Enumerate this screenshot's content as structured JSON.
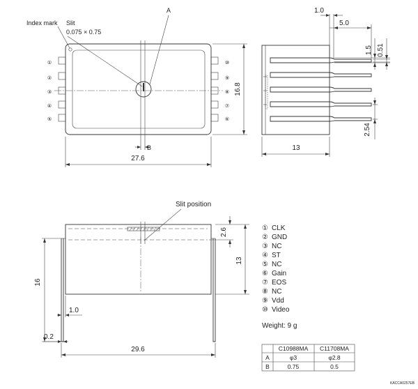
{
  "labels": {
    "index_mark": "Index mark",
    "slit": "Slit",
    "slit_size": "0.075 × 0.75",
    "a": "A",
    "b": "B",
    "slit_position": "Slit position"
  },
  "dimensions": {
    "top_width": "27.6",
    "top_height": "16.8",
    "side_width": "13",
    "pin_offset": "1.0",
    "pin_length": "5.0",
    "pin_width_a": "1.5",
    "pin_width_b": "0.51",
    "pin_pitch": "2.54",
    "front_height_total": "16",
    "front_height_body": "13",
    "front_slit_depth": "2.6",
    "front_lead_offset": "1.0",
    "front_lead_thickness": "0.2",
    "front_width": "29.6"
  },
  "pins_left": [
    "①",
    "②",
    "③",
    "④",
    "⑤"
  ],
  "pins_right": [
    "⑩",
    "⑨",
    "⑧",
    "⑦",
    "⑥"
  ],
  "pin_legend": [
    {
      "num": "①",
      "name": "CLK"
    },
    {
      "num": "②",
      "name": "GND"
    },
    {
      "num": "③",
      "name": "NC"
    },
    {
      "num": "④",
      "name": "ST"
    },
    {
      "num": "⑤",
      "name": "NC"
    },
    {
      "num": "⑥",
      "name": "Gain"
    },
    {
      "num": "⑦",
      "name": "EOS"
    },
    {
      "num": "⑧",
      "name": "NC"
    },
    {
      "num": "⑨",
      "name": "Vdd"
    },
    {
      "num": "⑩",
      "name": "Video"
    }
  ],
  "weight": "Weight: 9 g",
  "table": {
    "headers": [
      "",
      "C10988MA",
      "C11708MA"
    ],
    "rows": [
      [
        "A",
        "φ3",
        "φ2.8"
      ],
      [
        "B",
        "0.75",
        "0.5"
      ]
    ]
  },
  "drawing_code": "KACCA0257EB"
}
